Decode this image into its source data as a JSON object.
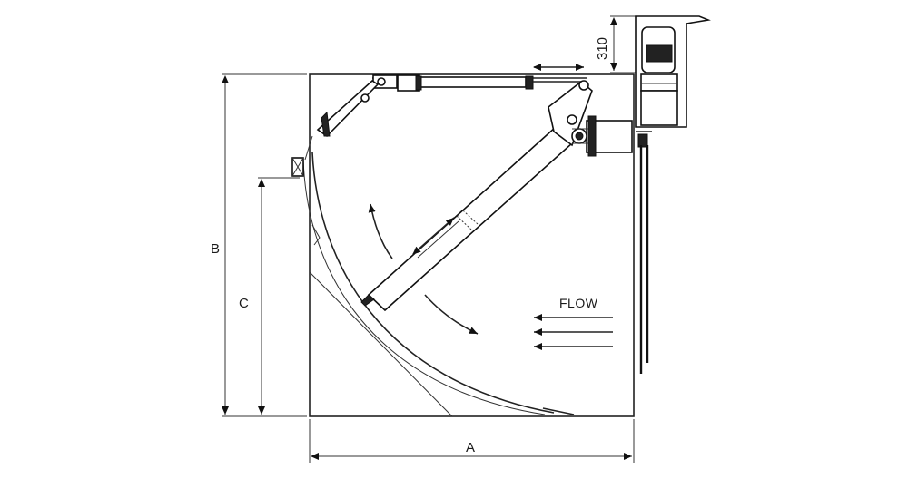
{
  "diagram": {
    "dimensions": {
      "a_label": "A",
      "b_label": "B",
      "c_label": "C",
      "top_label": "310"
    },
    "flow_label": "FLOW",
    "colors": {
      "line": "#111111",
      "background": "#ffffff"
    }
  }
}
